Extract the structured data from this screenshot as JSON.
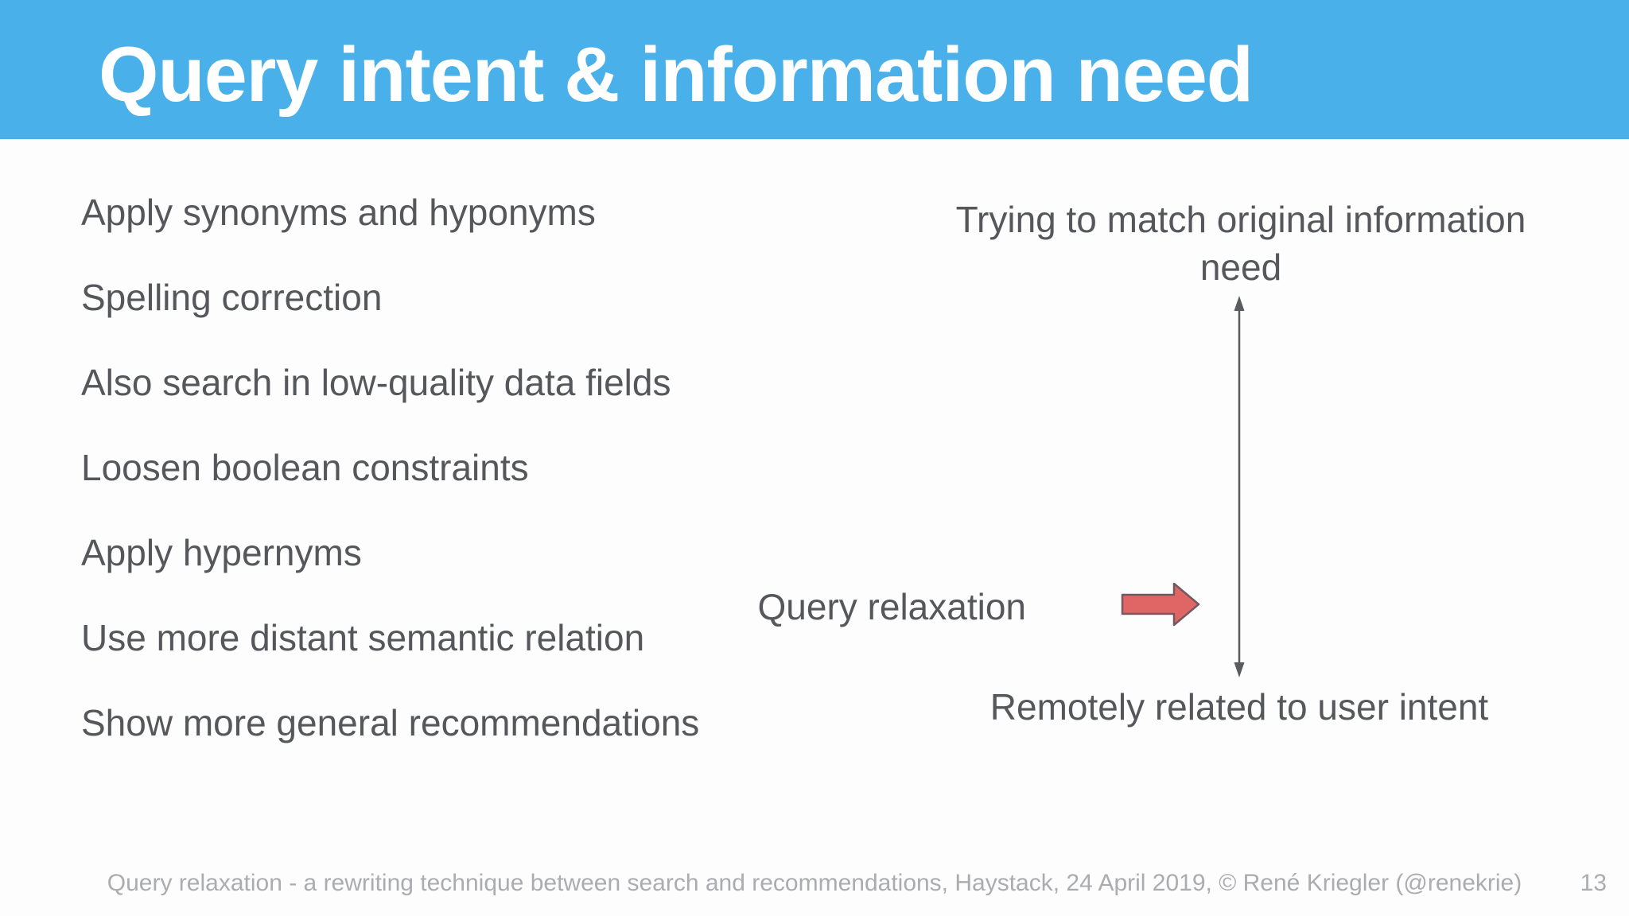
{
  "slide": {
    "title": "Query intent & information need",
    "bullets": [
      "Apply synonyms and hyponyms",
      "Spelling correction",
      "Also search in low-quality data fields",
      "Loosen boolean constraints",
      "Apply hypernyms",
      "Use more distant semantic relation",
      "Show more general recommendations"
    ],
    "diagram": {
      "top_label": "Trying to match original information need",
      "bottom_label": "Remotely related to user intent",
      "side_label": "Query relaxation",
      "arrow_color": "#e06666",
      "arrow_border_color": "#75585e",
      "axis_color": "#595b5e"
    },
    "footer": {
      "text": "Query relaxation - a rewriting technique between search and recommendations, Haystack, 24 April 2019, © René Kriegler (@renekrie)",
      "page_number": "13"
    },
    "colors": {
      "header_bg": "#49b0ea",
      "title_text": "#ffffff",
      "body_text": "#55575b",
      "footer_text": "#abacb0"
    }
  }
}
